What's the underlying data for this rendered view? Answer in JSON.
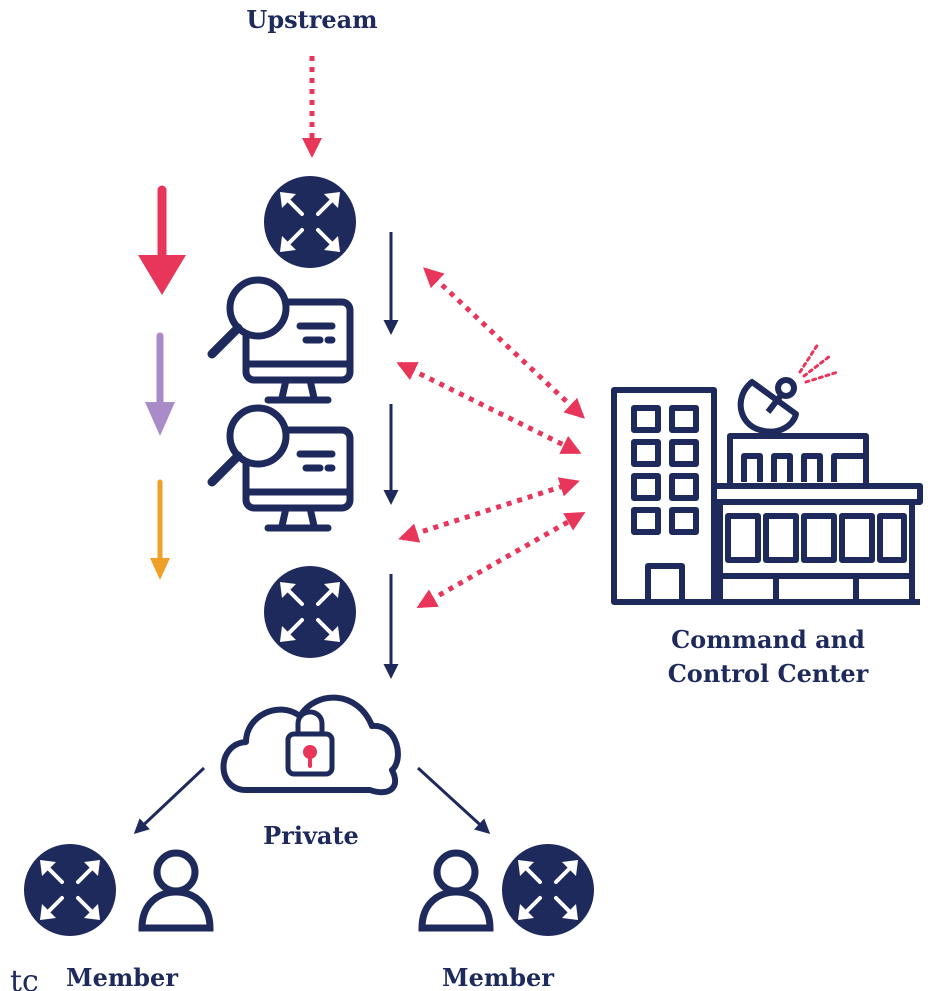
{
  "labels": {
    "upstream": "Upstream",
    "cc_line1": "Command and",
    "cc_line2": "Control Center",
    "private": "Private",
    "member_left": "Member",
    "member_right": "Member",
    "corner_fragment": "tc"
  },
  "colors": {
    "navy": "#1f2a5c",
    "red": "#e8355a",
    "purple": "#a98bc8",
    "orange": "#f0a028"
  },
  "icons": [
    "router-icon",
    "magnifier-monitor-icon",
    "command-center-building-icon",
    "satellite-dish-icon",
    "cloud-lock-icon",
    "person-icon"
  ]
}
